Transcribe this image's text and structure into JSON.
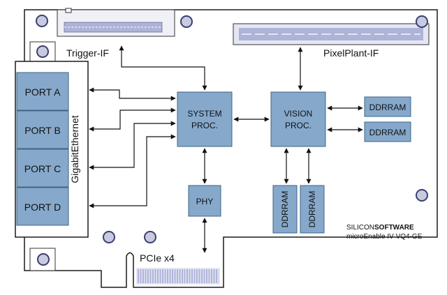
{
  "labels": {
    "trigger_if": "Trigger-IF",
    "pixelplant_if": "PixelPlant-IF",
    "gigabit": "GigabitEthernet",
    "ports": [
      "PORT A",
      "PORT B",
      "PORT C",
      "PORT D"
    ],
    "system_proc": [
      "SYSTEM",
      "PROC."
    ],
    "vision_proc": [
      "VISION",
      "PROC."
    ],
    "phy": "PHY",
    "ddrram": "DDRRAM",
    "pcie": "PCIe x4",
    "brand_regular": "SILICON",
    "brand_bold": "SOFTWARE",
    "model": "microEnable IV VQ4-GE"
  },
  "colors": {
    "block_fill": "#86a9cb",
    "block_stroke": "#3f6486",
    "board_stroke": "#1a1a1a",
    "hole_fill": "#c8cbe0",
    "hole_stroke": "#3a3f70",
    "connector_fill": "#e4e6f4",
    "connector_pins": "#aeb3d8"
  }
}
